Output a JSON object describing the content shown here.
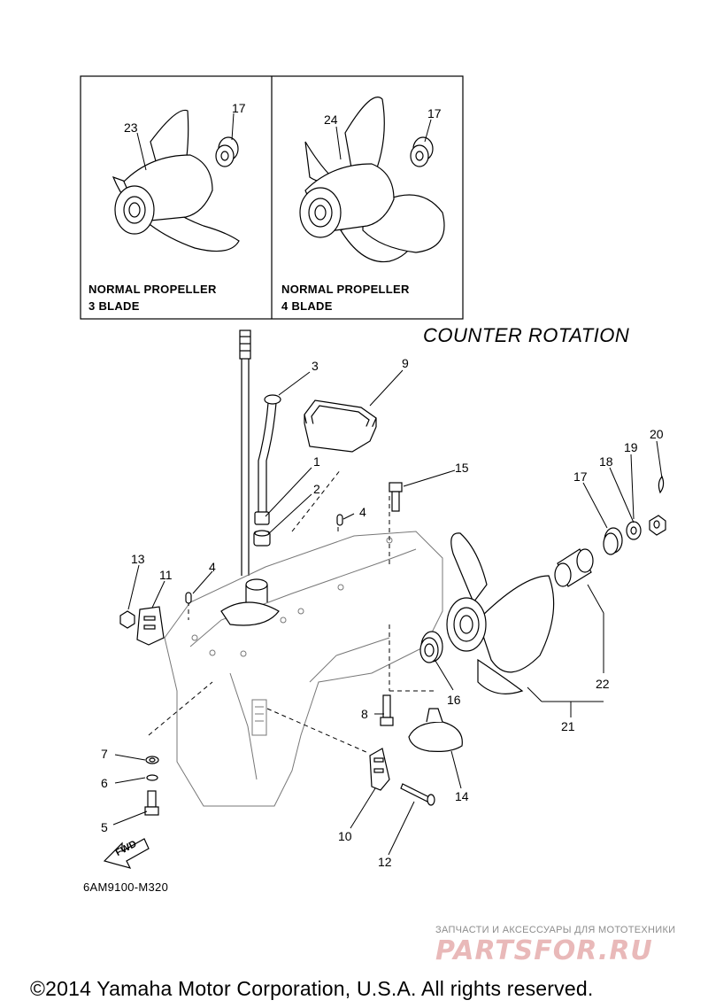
{
  "diagram": {
    "rotation_label": "COUNTER  ROTATION",
    "part_code": "6AM9100-M320",
    "fwd_label": "FWD",
    "insets": [
      {
        "line1": "NORMAL PROPELLER",
        "line2": "3 BLADE"
      },
      {
        "line1": "NORMAL PROPELLER",
        "line2": "4 BLADE"
      }
    ],
    "callouts": {
      "n1": "1",
      "n2": "2",
      "n3": "3",
      "n4a": "4",
      "n4b": "4",
      "n5": "5",
      "n6": "6",
      "n7": "7",
      "n8": "8",
      "n9": "9",
      "n10": "10",
      "n11": "11",
      "n12": "12",
      "n13": "13",
      "n14": "14",
      "n15": "15",
      "n16": "16",
      "n17a": "17",
      "n17b": "17",
      "n17c": "17",
      "n18": "18",
      "n19": "19",
      "n20": "20",
      "n21": "21",
      "n22": "22",
      "n23": "23",
      "n24": "24"
    }
  },
  "watermark": {
    "subtitle": "ЗАПЧАСТИ И АКСЕССУАРЫ ДЛЯ МОТОТЕХНИКИ",
    "logo": "PARTSFOR.RU"
  },
  "footer": {
    "copyright": "©2014 Yamaha Motor Corporation, U.S.A. All rights reserved."
  }
}
